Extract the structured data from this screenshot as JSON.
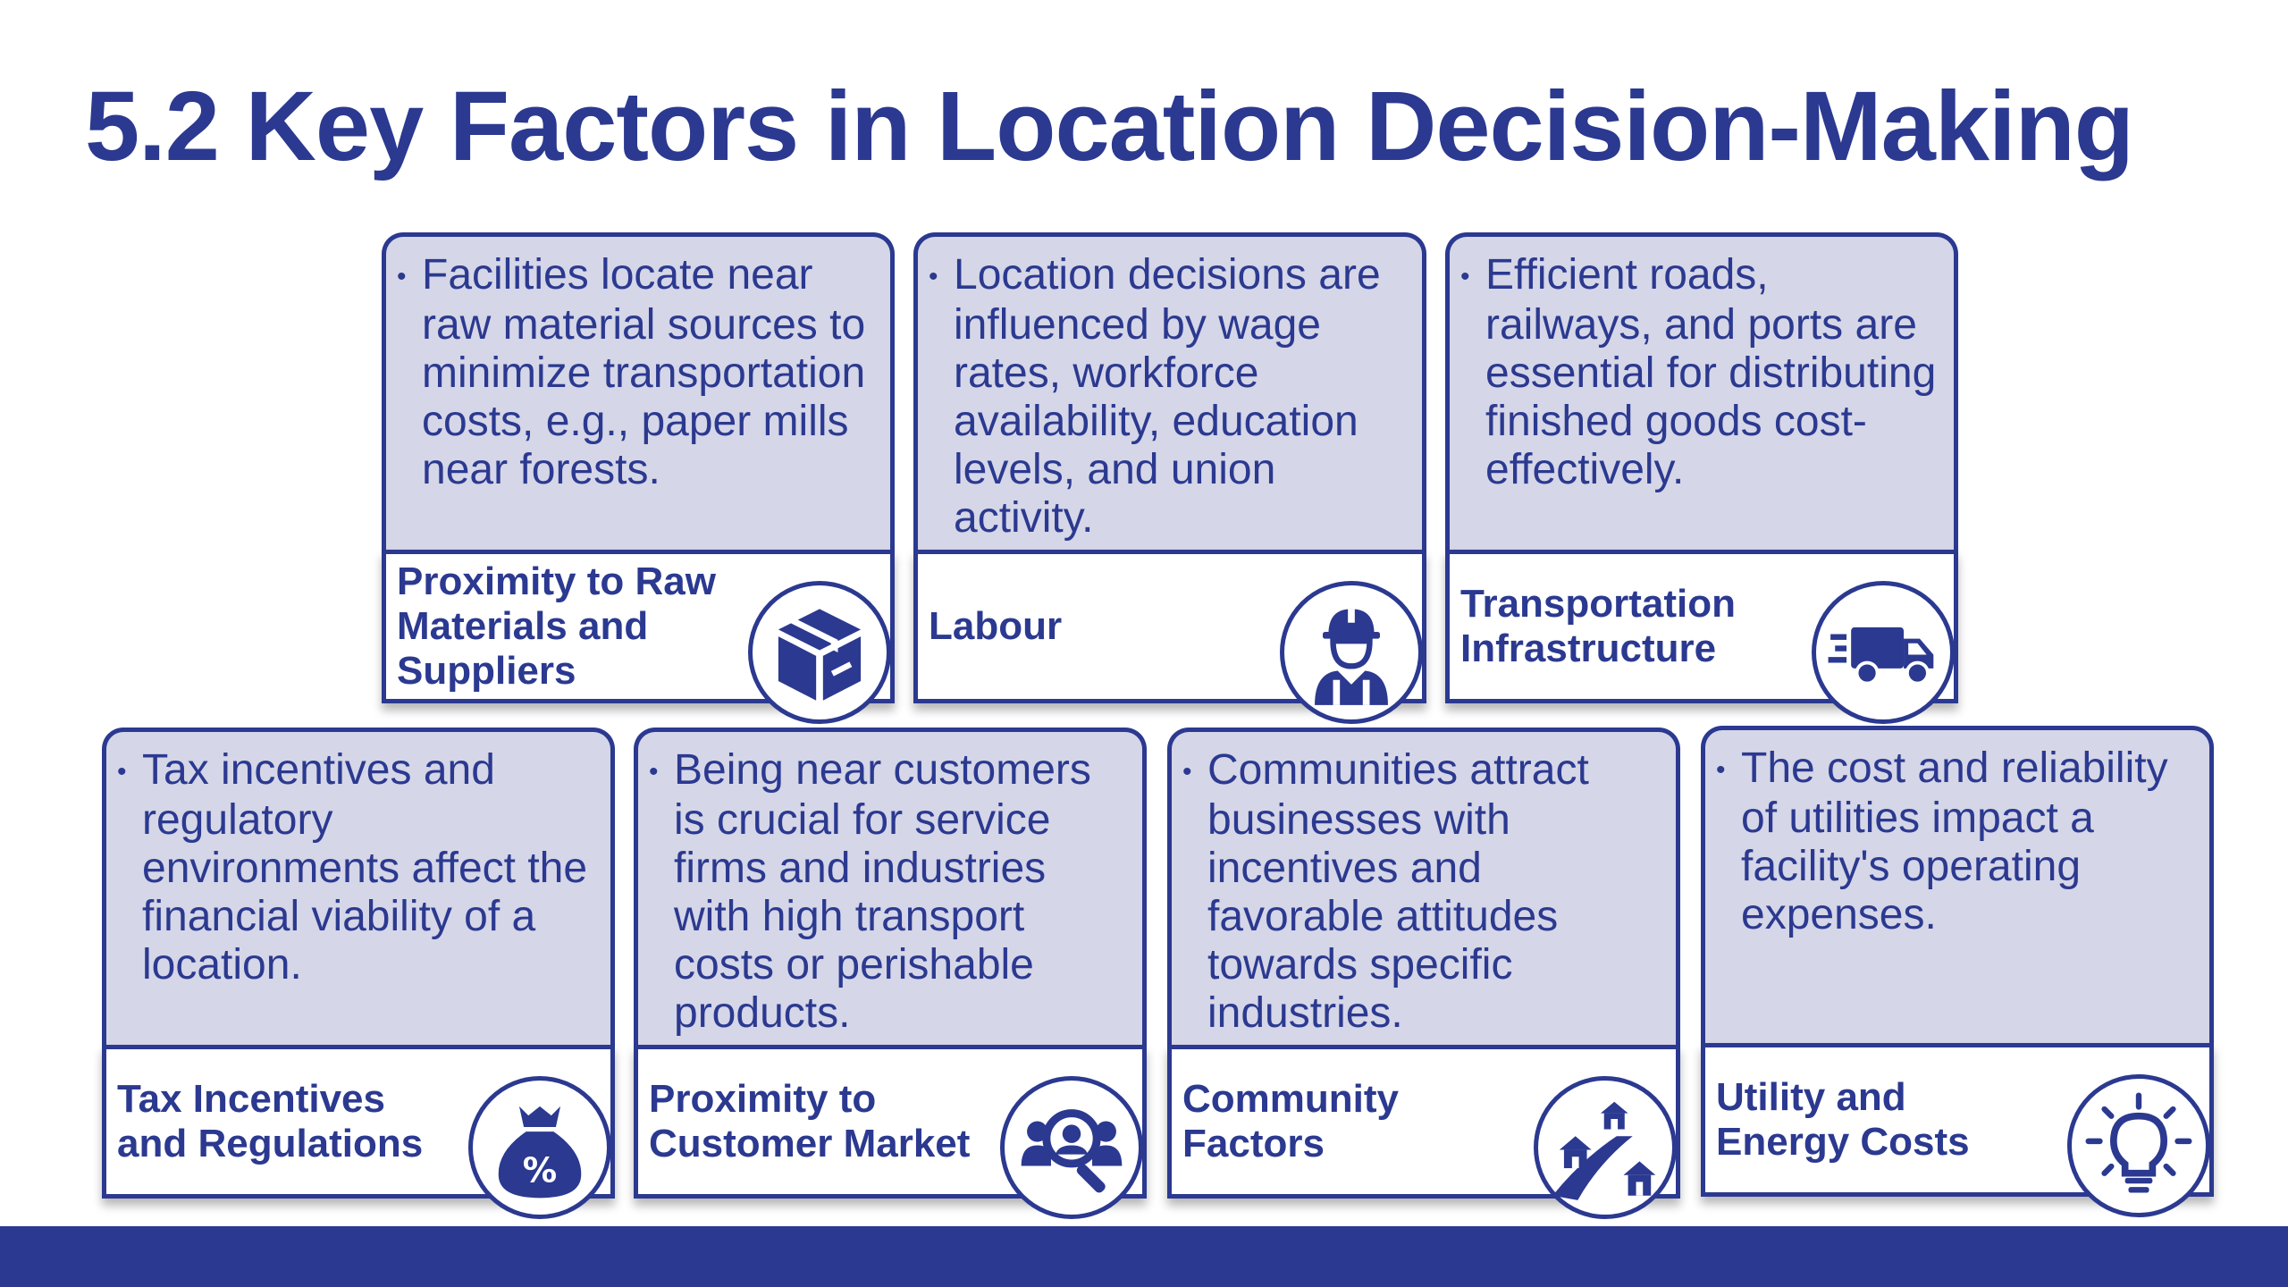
{
  "slide": {
    "title": "5.2 Key Factors in Location Decision-Making"
  },
  "colors": {
    "primary": "#2b3990",
    "card_fill": "#d5d6e7",
    "background": "#ffffff"
  },
  "factors": [
    {
      "description": "Facilities locate near raw material sources to minimize transportation costs, e.g., paper mills near forests.",
      "label": "Proximity to Raw Materials and Suppliers",
      "icon": "box-icon"
    },
    {
      "description": "Location decisions are influenced by wage rates, workforce availability, education levels, and union activity.",
      "label": "Labour",
      "icon": "worker-icon"
    },
    {
      "description": "Efficient roads, railways, and ports are essential for distributing finished goods cost-effectively.",
      "label": "Transportation Infrastructure",
      "icon": "truck-icon"
    },
    {
      "description": "Tax incentives and regulatory environments affect the financial viability of a location.",
      "label": "Tax Incentives and Regulations",
      "icon": "money-bag-percent-icon"
    },
    {
      "description": "Being near customers is crucial for service firms and industries with high transport costs or perishable products.",
      "label": "Proximity to Customer Market",
      "icon": "customer-search-icon"
    },
    {
      "description": "Communities attract businesses with incentives and favorable attitudes towards specific industries.",
      "label": "Community Factors",
      "icon": "houses-road-icon"
    },
    {
      "description": "The cost and reliability of utilities impact a facility's operating expenses.",
      "label": "Utility and Energy Costs",
      "icon": "lightbulb-icon"
    }
  ]
}
